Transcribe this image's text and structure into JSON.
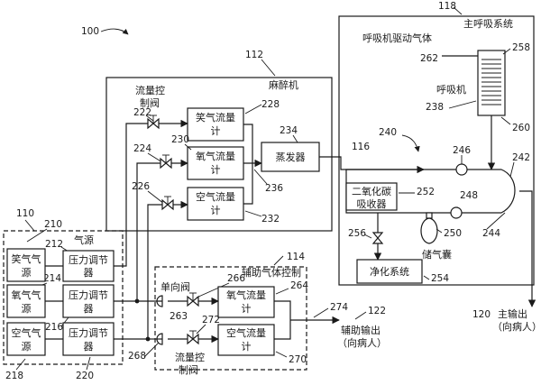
{
  "refs": {
    "system": "100",
    "gas_source": "110",
    "anesthesia_machine": "112",
    "aux_gas_control": "114",
    "line_116": "116",
    "main_breathing_system": "118",
    "main_output": "120",
    "aux_output": "122",
    "n2o_source": "210",
    "n2o_regulator": "212",
    "o2_source": "214",
    "o2_regulator": "216",
    "air_source": "218",
    "air_regulator": "220",
    "valve_222": "222",
    "valve_224": "224",
    "valve_226": "226",
    "n2o_meter": "228",
    "o2_meter": "230",
    "air_meter": "232",
    "vaporizer": "234",
    "junction_236": "236",
    "ventilator": "238",
    "circuit_240": "240",
    "circuit_242": "242",
    "line_244": "244",
    "valve_246": "246",
    "valve_248": "248",
    "bag": "250",
    "co2_absorber": "252",
    "purifier": "254",
    "valve_256": "256",
    "bellows": "258",
    "line_260": "260",
    "drive_gas": "262",
    "aux_valve_263": "263",
    "aux_o2_meter": "264",
    "check_valve": "266",
    "aux_valve_268": "268",
    "aux_air_meter": "270",
    "aux_valve_272": "272",
    "aux_out_274": "274"
  },
  "labels": {
    "gas_source": "气源",
    "anesthesia_machine": "麻醉机",
    "main_breathing_system": "主呼吸系统",
    "flow_control_valve_line1": "流量控",
    "flow_control_valve_line2": "制阀",
    "n2o_meter_line1": "笑气流量",
    "n2o_meter_line2": "计",
    "o2_meter_line1": "氧气流量",
    "o2_meter_line2": "计",
    "air_meter_line1": "空气流量",
    "air_meter_line2": "计",
    "vaporizer": "蒸发器",
    "ventilator_drive_gas": "呼吸机驱动气体",
    "ventilator": "呼吸机",
    "co2_absorber_line1": "二氧化碳",
    "co2_absorber_line2": "吸收器",
    "bag": "储气囊",
    "purifier": "净化系统",
    "main_output_line1": "主输出",
    "main_output_line2": "（向病人）",
    "aux_gas_control": "辅助气体控制",
    "check_valve": "单向阀",
    "aux_o2_meter_line1": "氧气流量",
    "aux_o2_meter_line2": "计",
    "aux_air_meter_line1": "空气流量",
    "aux_air_meter_line2": "计",
    "aux_output_line1": "辅助输出",
    "aux_output_line2": "（向病人）",
    "aux_flow_valve_line1": "流量控",
    "aux_flow_valve_line2": "制阀",
    "n2o_source_line1": "笑气气",
    "n2o_source_line2": "源",
    "o2_source_line1": "氧气气",
    "o2_source_line2": "源",
    "air_source_line1": "空气气",
    "air_source_line2": "源",
    "regulator_line1": "压力调节",
    "regulator_line2": "器"
  }
}
